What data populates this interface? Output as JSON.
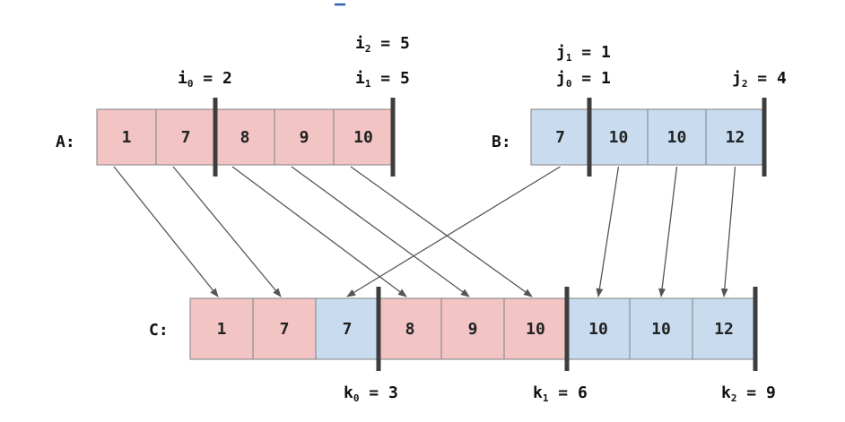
{
  "colors": {
    "red_cell": "#f2c4c4",
    "blue_cell": "#c9dcef",
    "border": "#7f7f7f",
    "divider": "#3d3d3d",
    "arrow": "#555555"
  },
  "arrays": {
    "A": {
      "label": "A:",
      "values": [
        "1",
        "7",
        "8",
        "9",
        "10"
      ],
      "colors": [
        "red",
        "red",
        "red",
        "red",
        "red"
      ]
    },
    "B": {
      "label": "B:",
      "values": [
        "7",
        "10",
        "10",
        "12"
      ],
      "colors": [
        "blue",
        "blue",
        "blue",
        "blue"
      ]
    },
    "C": {
      "label": "C:",
      "values": [
        "1",
        "7",
        "7",
        "8",
        "9",
        "10",
        "10",
        "10",
        "12"
      ],
      "colors": [
        "red",
        "red",
        "blue",
        "red",
        "red",
        "red",
        "blue",
        "blue",
        "blue"
      ]
    }
  },
  "markers": {
    "i0": {
      "var": "i",
      "sub": "0",
      "eq": " = 2"
    },
    "i1": {
      "var": "i",
      "sub": "1",
      "eq": " = 5"
    },
    "i2": {
      "var": "i",
      "sub": "2",
      "eq": " = 5"
    },
    "j0": {
      "var": "j",
      "sub": "0",
      "eq": " = 1"
    },
    "j1": {
      "var": "j",
      "sub": "1",
      "eq": " = 1"
    },
    "j2": {
      "var": "j",
      "sub": "2",
      "eq": " = 4"
    },
    "k0": {
      "var": "k",
      "sub": "0",
      "eq": " = 3"
    },
    "k1": {
      "var": "k",
      "sub": "1",
      "eq": " = 6"
    },
    "k2": {
      "var": "k",
      "sub": "2",
      "eq": " = 9"
    }
  },
  "mappings": [
    {
      "from": "A",
      "fromIndex": 0,
      "toIndex": 0
    },
    {
      "from": "A",
      "fromIndex": 1,
      "toIndex": 1
    },
    {
      "from": "A",
      "fromIndex": 2,
      "toIndex": 3
    },
    {
      "from": "A",
      "fromIndex": 3,
      "toIndex": 4
    },
    {
      "from": "A",
      "fromIndex": 4,
      "toIndex": 5
    },
    {
      "from": "B",
      "fromIndex": 0,
      "toIndex": 2
    },
    {
      "from": "B",
      "fromIndex": 1,
      "toIndex": 6
    },
    {
      "from": "B",
      "fromIndex": 2,
      "toIndex": 7
    },
    {
      "from": "B",
      "fromIndex": 3,
      "toIndex": 8
    }
  ]
}
